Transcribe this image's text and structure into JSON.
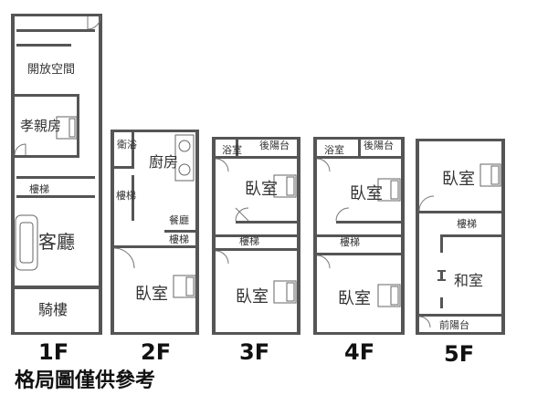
{
  "floor_1": {
    "label": "1F",
    "rooms": {
      "open_space": "開放空間",
      "parent_room": "孝親房",
      "stairs": "樓梯",
      "living_room": "客廳",
      "arcade": "騎樓"
    }
  },
  "floor_2": {
    "label": "2F",
    "rooms": {
      "bath": "衛浴",
      "kitchen": "廚房",
      "stairs": "樓梯",
      "dining": "餐廳",
      "stairs_2": "樓梯",
      "bedroom": "臥室"
    }
  },
  "floor_3": {
    "label": "3F",
    "rooms": {
      "bath": "浴室",
      "rear_balcony": "後陽台",
      "bedroom_top": "臥室",
      "stairs": "樓梯",
      "bedroom_bottom": "臥室"
    }
  },
  "floor_4": {
    "label": "4F",
    "rooms": {
      "bath": "浴室",
      "rear_balcony": "後陽台",
      "bedroom_top": "臥室",
      "stairs": "樓梯",
      "bedroom_bottom": "臥室"
    }
  },
  "floor_5": {
    "label": "5F",
    "rooms": {
      "bedroom": "臥室",
      "stairs": "樓梯",
      "tatami_room": "和室",
      "front_balcony": "前陽台"
    }
  },
  "disclaimer": "格局圖僅供參考",
  "colors": {
    "wall": "#555555",
    "text": "#333333",
    "background": "#ffffff"
  }
}
